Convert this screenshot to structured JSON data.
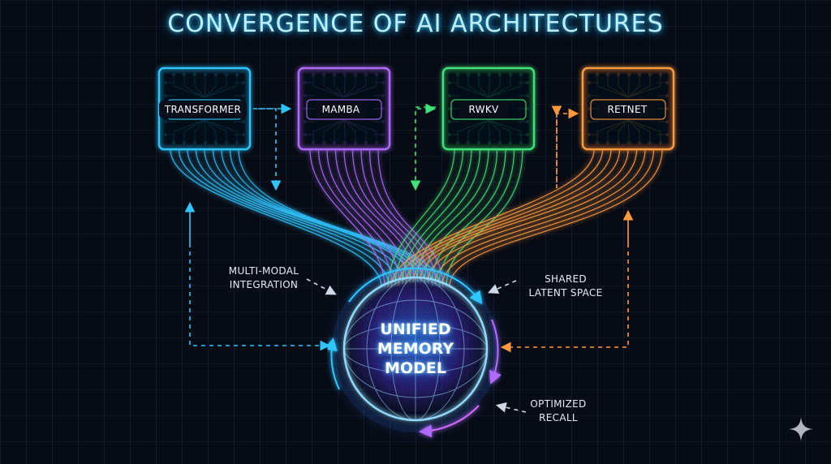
{
  "title": "CONVERGENCE OF AI ARCHITECTURES",
  "colors": {
    "background": "#070b14",
    "grid": "#16243a",
    "transformer": "#2fc6ff",
    "mamba": "#b06bff",
    "rwkv": "#3fe37a",
    "retnet": "#ff9a3c",
    "core": "#7ad2ff"
  },
  "architectures": [
    {
      "name": "TRANSFORMER",
      "icon": "circuit-chip-icon"
    },
    {
      "name": "MAMBA",
      "icon": "circuit-chip-icon"
    },
    {
      "name": "RWKV",
      "icon": "circuit-chip-icon"
    },
    {
      "name": "RETNET",
      "icon": "circuit-chip-icon"
    }
  ],
  "core": {
    "line1": "UNIFIED",
    "line2": "MEMORY",
    "line3": "MODEL",
    "icon": "globe-icon"
  },
  "annotations": {
    "left": {
      "line1": "MULTI-MODAL",
      "line2": "INTEGRATION"
    },
    "right": {
      "line1": "SHARED",
      "line2": "LATENT SPACE"
    },
    "bottom": {
      "line1": "OPTIMIZED",
      "line2": "RECALL"
    }
  },
  "watermark_icon": "sparkle-icon"
}
